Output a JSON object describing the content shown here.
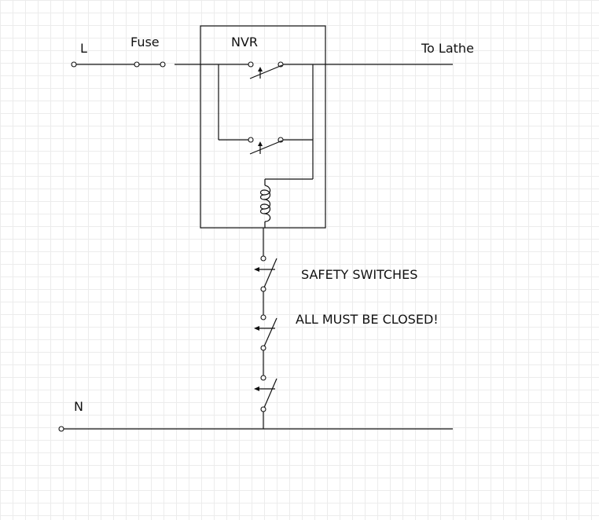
{
  "labels": {
    "line": "L",
    "neutral": "N",
    "fuse": "Fuse",
    "nvr": "NVR",
    "to_lathe": "To Lathe",
    "safety_switches": "SAFETY SWITCHES",
    "all_closed": "ALL MUST BE CLOSED!"
  },
  "colors": {
    "line": "#111111",
    "grid": "#ececec",
    "background": "#ffffff"
  }
}
